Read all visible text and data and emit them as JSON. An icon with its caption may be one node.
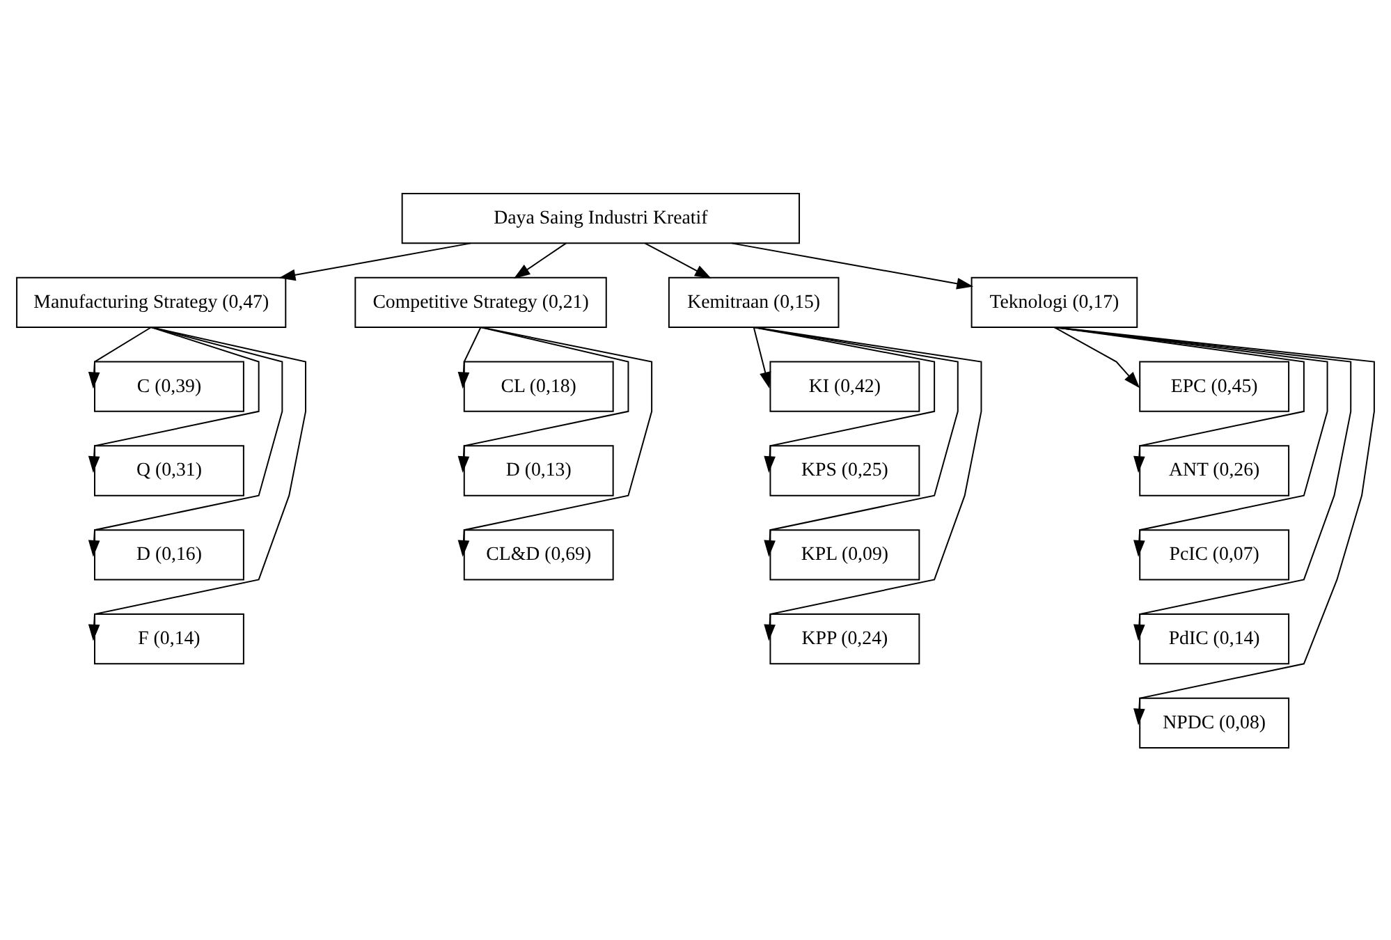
{
  "diagram": {
    "nodes": [
      {
        "text": [
          "Daya Saing Industri Kreatif"
        ]
      },
      {
        "text": [
          "Manufacturing Strategy (0,47)"
        ]
      },
      {
        "text": [
          "Competitive Strategy (0,21)"
        ]
      },
      {
        "text": [
          "Kemitraan (0,15)"
        ]
      },
      {
        "text": [
          "Teknologi (0,17)"
        ]
      },
      {
        "text": [
          "C (0,39)"
        ]
      },
      {
        "text": [
          "Q (0,31)"
        ]
      },
      {
        "text": [
          "D (0,16)"
        ]
      },
      {
        "text": [
          "F (0,14)"
        ]
      },
      {
        "text": [
          "CL (0,18)"
        ]
      },
      {
        "text": [
          "D (0,13)"
        ]
      },
      {
        "text": [
          "CL&D (0,69)"
        ]
      },
      {
        "text": [
          "KI (0,42)"
        ]
      },
      {
        "text": [
          "KPS (0,25)"
        ]
      },
      {
        "text": [
          "KPL (0,09)"
        ]
      },
      {
        "text": [
          "KPP (0,24)"
        ]
      },
      {
        "text": [
          "EPC (0,45)"
        ]
      },
      {
        "text": [
          "ANT (0,26)"
        ]
      },
      {
        "text": [
          "PcIC (0,07)"
        ]
      },
      {
        "text": [
          "PdIC (0,14)"
        ]
      },
      {
        "text": [
          "NPDC (0,08)"
        ]
      }
    ],
    "edges": [
      {
        "from": 0,
        "to": 1,
        "arrow": "to"
      },
      {
        "from": 0,
        "to": 2,
        "arrow": "to"
      },
      {
        "from": 0,
        "to": 3,
        "arrow": "to"
      },
      {
        "from": 0,
        "to": 4,
        "arrow": "to"
      },
      {
        "from": 1,
        "to": 5,
        "arrow": "to"
      },
      {
        "from": 1,
        "to": 6,
        "arrow": "to"
      },
      {
        "from": 1,
        "to": 7,
        "arrow": "to"
      },
      {
        "from": 1,
        "to": 8,
        "arrow": "to"
      },
      {
        "from": 2,
        "to": 9,
        "arrow": "to"
      },
      {
        "from": 2,
        "to": 10,
        "arrow": "to"
      },
      {
        "from": 2,
        "to": 11,
        "arrow": "to"
      },
      {
        "from": 3,
        "to": 12,
        "arrow": "to"
      },
      {
        "from": 3,
        "to": 13,
        "arrow": "to"
      },
      {
        "from": 3,
        "to": 14,
        "arrow": "to"
      },
      {
        "from": 3,
        "to": 15,
        "arrow": "to"
      },
      {
        "from": 4,
        "to": 16,
        "arrow": "to"
      },
      {
        "from": 4,
        "to": 17,
        "arrow": "to"
      },
      {
        "from": 4,
        "to": 18,
        "arrow": "to"
      },
      {
        "from": 4,
        "to": 19,
        "arrow": "to"
      },
      {
        "from": 4,
        "to": 20,
        "arrow": "to"
      }
    ]
  }
}
